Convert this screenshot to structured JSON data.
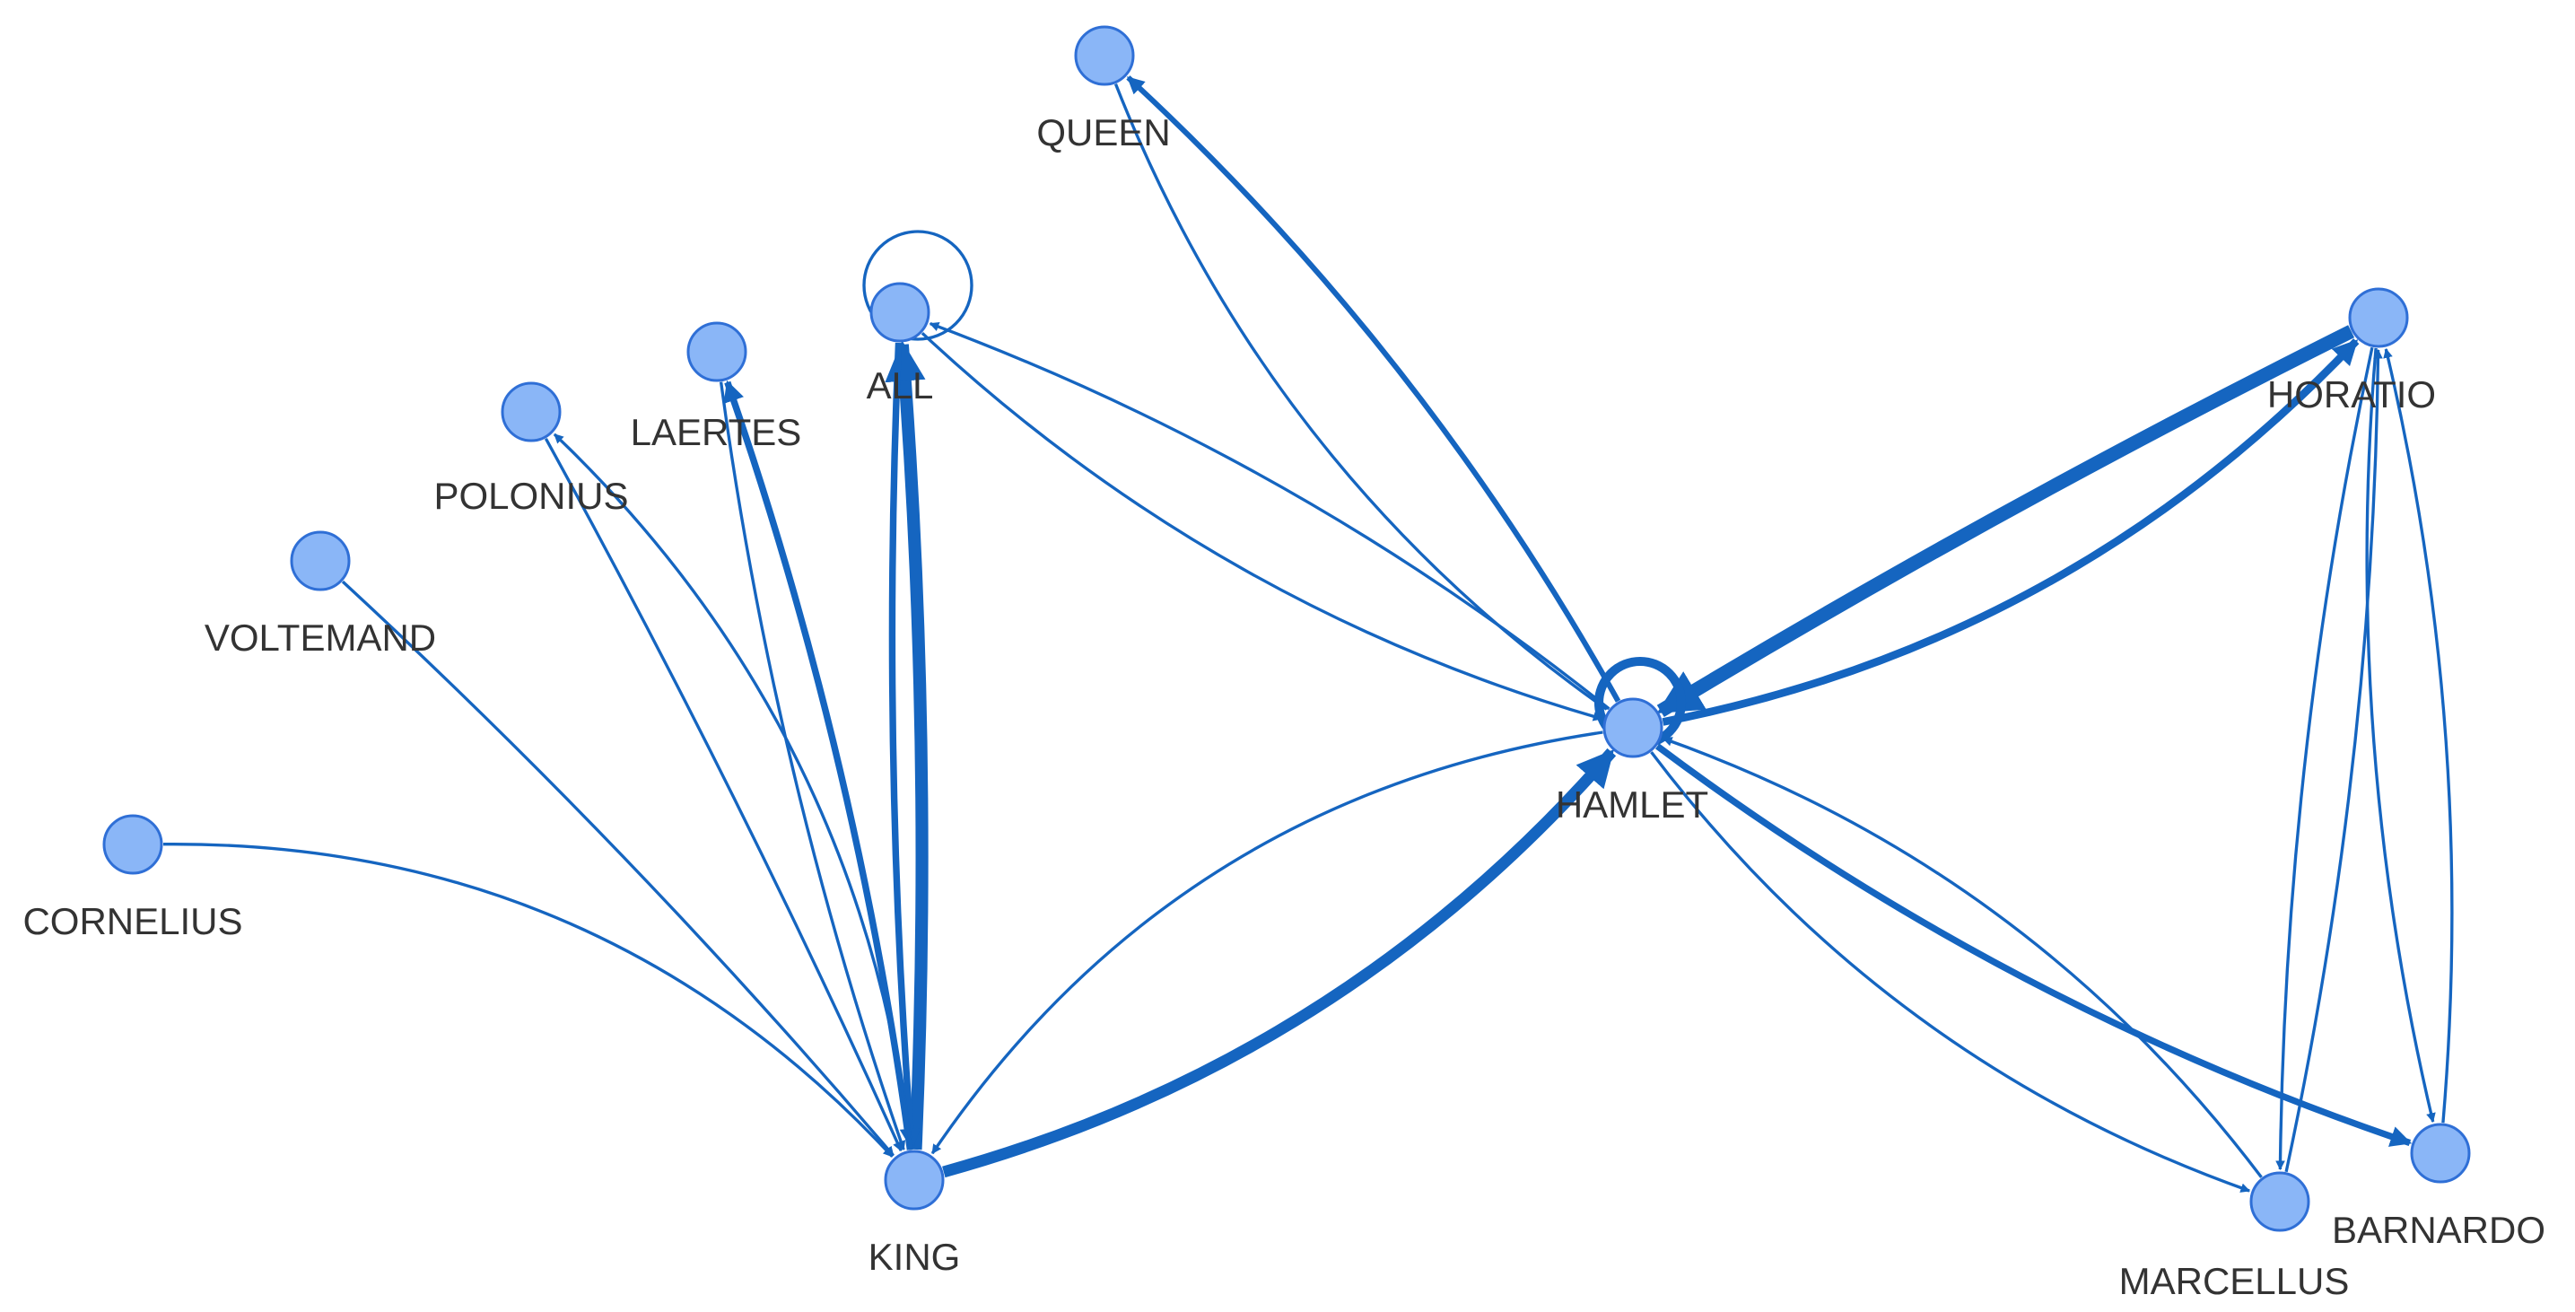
{
  "graph": {
    "colors": {
      "edge": "#1565c0",
      "node_fill": "#8ab6f7",
      "node_stroke": "#2f6fd6",
      "label": "#333333"
    },
    "nodes": [
      {
        "id": "QUEEN",
        "label": "QUEEN"
      },
      {
        "id": "ALL",
        "label": "ALL"
      },
      {
        "id": "LAERTES",
        "label": "LAERTES"
      },
      {
        "id": "POLONIUS",
        "label": "POLONIUS"
      },
      {
        "id": "VOLTEMAND",
        "label": "VOLTEMAND"
      },
      {
        "id": "CORNELIUS",
        "label": "CORNELIUS"
      },
      {
        "id": "HAMLET",
        "label": "HAMLET"
      },
      {
        "id": "HORATIO",
        "label": "HORATIO"
      },
      {
        "id": "KING",
        "label": "KING"
      },
      {
        "id": "MARCELLUS",
        "label": "MARCELLUS"
      },
      {
        "id": "BARNARDO",
        "label": "BARNARDO"
      }
    ],
    "edges": [
      {
        "source": "HAMLET",
        "target": "HORATIO",
        "weight": 5
      },
      {
        "source": "HORATIO",
        "target": "HAMLET",
        "weight": 10
      },
      {
        "source": "KING",
        "target": "HAMLET",
        "weight": 8
      },
      {
        "source": "HAMLET",
        "target": "KING",
        "weight": 1
      },
      {
        "source": "KING",
        "target": "ALL",
        "weight": 9
      },
      {
        "source": "ALL",
        "target": "KING",
        "weight": 4
      },
      {
        "source": "KING",
        "target": "LAERTES",
        "weight": 4
      },
      {
        "source": "LAERTES",
        "target": "KING",
        "weight": 1
      },
      {
        "source": "KING",
        "target": "POLONIUS",
        "weight": 1
      },
      {
        "source": "POLONIUS",
        "target": "KING",
        "weight": 1
      },
      {
        "source": "VOLTEMAND",
        "target": "KING",
        "weight": 1
      },
      {
        "source": "CORNELIUS",
        "target": "KING",
        "weight": 1
      },
      {
        "source": "HAMLET",
        "target": "QUEEN",
        "weight": 3
      },
      {
        "source": "QUEEN",
        "target": "HAMLET",
        "weight": 1
      },
      {
        "source": "HAMLET",
        "target": "ALL",
        "weight": 1
      },
      {
        "source": "ALL",
        "target": "HAMLET",
        "weight": 1
      },
      {
        "source": "HAMLET",
        "target": "BARNARDO",
        "weight": 4
      },
      {
        "source": "HAMLET",
        "target": "MARCELLUS",
        "weight": 1
      },
      {
        "source": "MARCELLUS",
        "target": "HAMLET",
        "weight": 1
      },
      {
        "source": "HORATIO",
        "target": "MARCELLUS",
        "weight": 1
      },
      {
        "source": "MARCELLUS",
        "target": "HORATIO",
        "weight": 1
      },
      {
        "source": "HORATIO",
        "target": "BARNARDO",
        "weight": 1
      },
      {
        "source": "BARNARDO",
        "target": "HORATIO",
        "weight": 1
      },
      {
        "source": "HAMLET",
        "target": "HAMLET",
        "weight": 6
      },
      {
        "source": "ALL",
        "target": "ALL",
        "weight": 1
      }
    ]
  }
}
